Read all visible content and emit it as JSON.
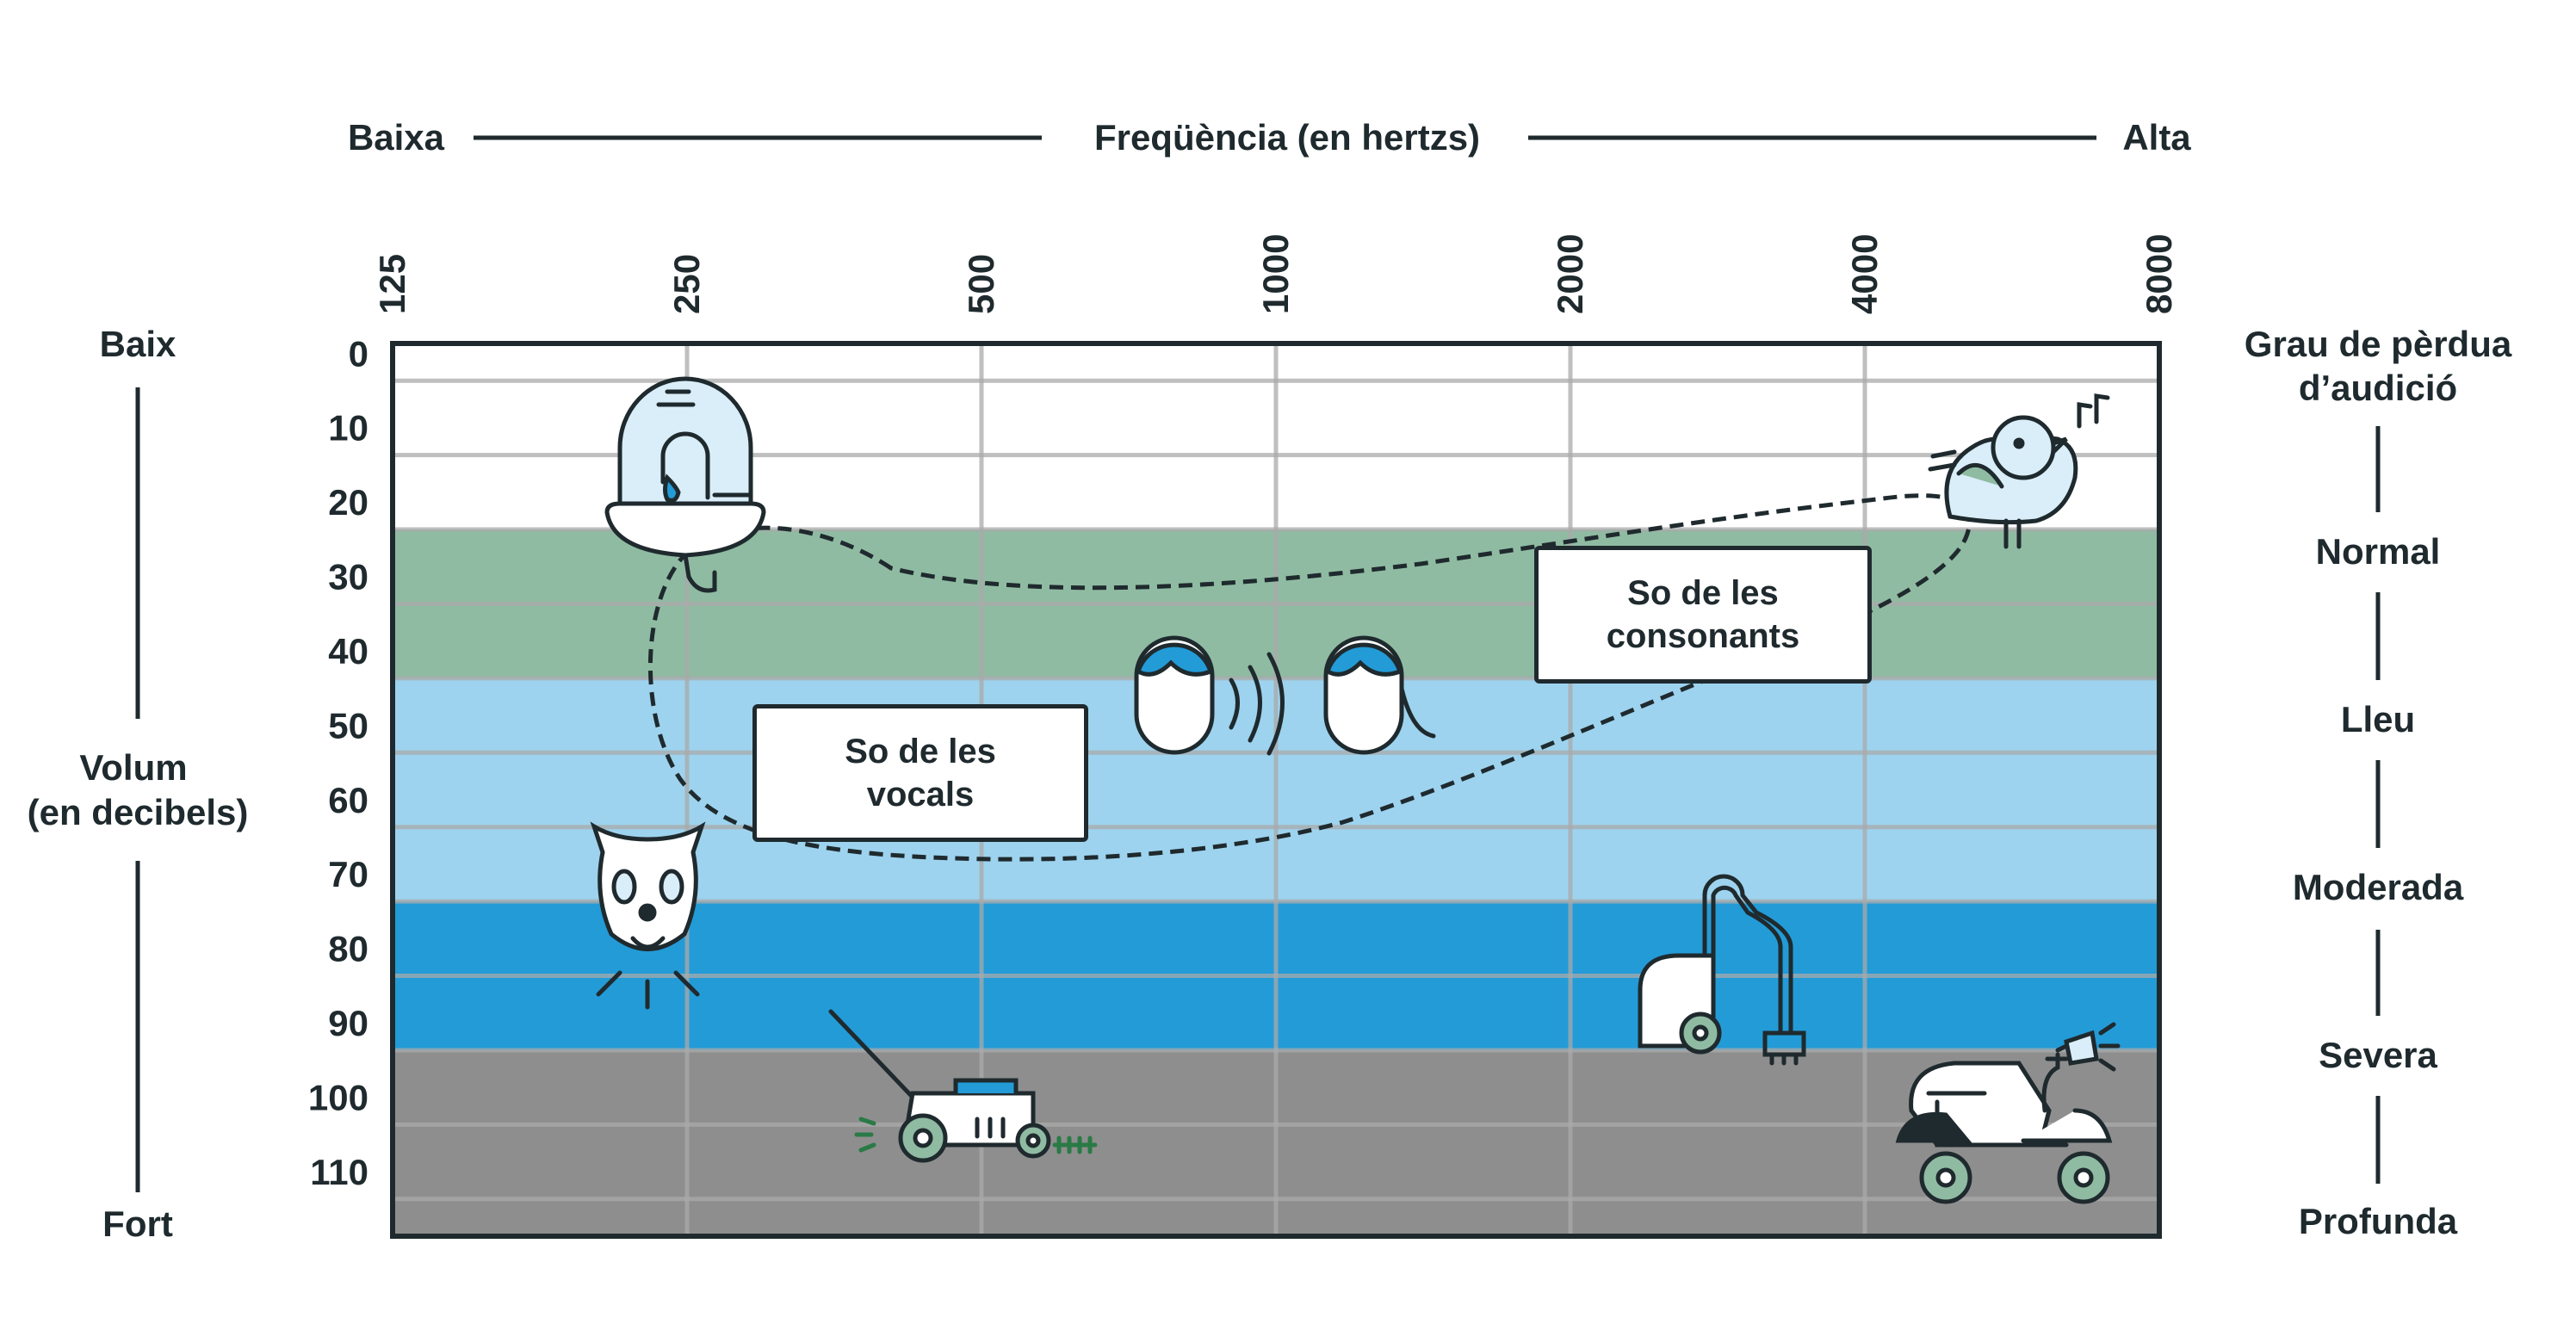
{
  "chart_data": {
    "type": "heatmap",
    "title": "",
    "frequency_axis": {
      "low_label": "Baixa",
      "title": "Freqüència (en hertzs)",
      "high_label": "Alta",
      "ticks": [
        "125",
        "250",
        "500",
        "1000",
        "2000",
        "4000",
        "8000"
      ],
      "scale": "log2"
    },
    "volume_axis": {
      "top_label": "Baix",
      "title_line1": "Volum",
      "title_line2": "(en decibels)",
      "bottom_label": "Fort",
      "ticks": [
        "0",
        "10",
        "20",
        "30",
        "40",
        "50",
        "60",
        "70",
        "80",
        "90",
        "100",
        "110"
      ],
      "range": [
        0,
        120
      ]
    },
    "hearing_loss": {
      "title_line1": "Grau de pèrdua",
      "title_line2": "d’audició",
      "bands": [
        {
          "label": "Normal",
          "from": 0,
          "to": 25,
          "color": "#ffffff"
        },
        {
          "label": "Lleu",
          "from": 25,
          "to": 45,
          "color": "#8fbba2"
        },
        {
          "label": "Moderada",
          "from": 45,
          "to": 75,
          "color": "#9dd3ee"
        },
        {
          "label": "Severa",
          "from": 75,
          "to": 95,
          "color": "#239bd7"
        },
        {
          "label": "Profunda",
          "from": 95,
          "to": 120,
          "color": "#8e8e8e"
        }
      ]
    },
    "annotations": {
      "vowels_line1": "So de les",
      "vowels_line2": "vocals",
      "consonants_line1": "So de les",
      "consonants_line2": "consonants"
    },
    "icons": [
      {
        "name": "dripping-faucet-icon",
        "freq": 250,
        "db": 20
      },
      {
        "name": "bird-icon",
        "freq": 6000,
        "db": 10
      },
      {
        "name": "two-people-talking-icon",
        "freq": 1000,
        "db": 45
      },
      {
        "name": "barking-dog-icon",
        "freq": 200,
        "db": 80
      },
      {
        "name": "vacuum-cleaner-icon",
        "freq": 3000,
        "db": 85
      },
      {
        "name": "lawn-mower-icon",
        "freq": 450,
        "db": 100
      },
      {
        "name": "motorbike-icon",
        "freq": 6500,
        "db": 105
      }
    ]
  },
  "colors": {
    "grid_line": "#c8c8c8",
    "frame": "#1f2a2e",
    "text": "#1f2a2e"
  }
}
